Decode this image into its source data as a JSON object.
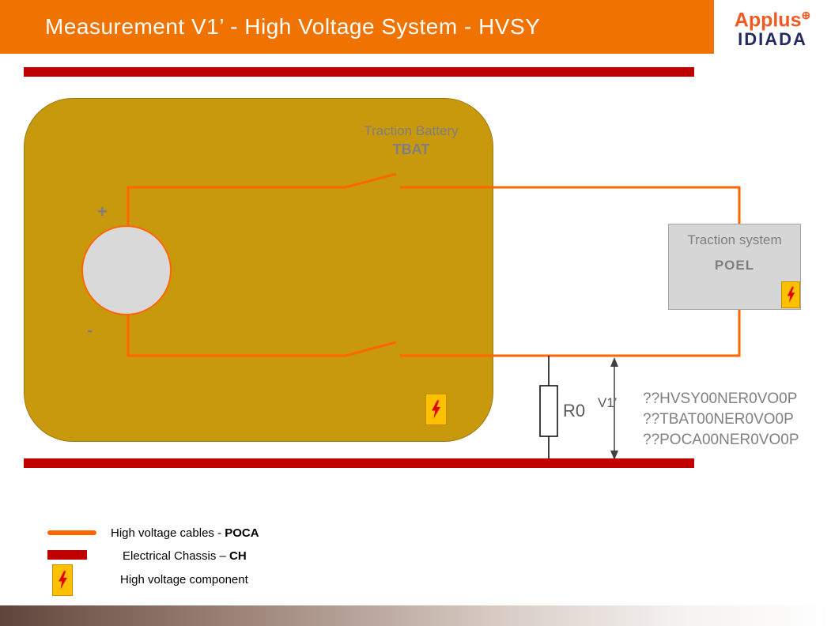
{
  "header": {
    "title": "Measurement V1’ - High Voltage System - HVSY",
    "logo": {
      "brand": "Applus",
      "plus": "⊕",
      "sub": "IDIADA"
    }
  },
  "battery": {
    "name": "Traction Battery",
    "code": "TBAT",
    "plus": "+",
    "minus": "-"
  },
  "traction_system": {
    "name": "Traction system",
    "code": "POEL"
  },
  "measurement": {
    "resistor": "R0",
    "voltage": "V1’",
    "codes": [
      "??HVSY00NER0VO0P",
      "??TBAT00NER0VO0P",
      "??POCA00NER0VO0P"
    ]
  },
  "legend": {
    "cables_text": "High voltage cables - ",
    "cables_bold": "POCA",
    "chassis_text": "Electrical Chassis – ",
    "chassis_bold": "CH",
    "component_text": "High voltage component"
  },
  "colors": {
    "header_orange": "#F07200",
    "chassis_red": "#C00000",
    "cable_orange": "#FF6600",
    "battery_gold": "#C8980D",
    "warning_yellow": "#FFC000",
    "bolt_red": "#E00000",
    "logo_orange": "#F15A22",
    "logo_navy": "#232A60"
  }
}
